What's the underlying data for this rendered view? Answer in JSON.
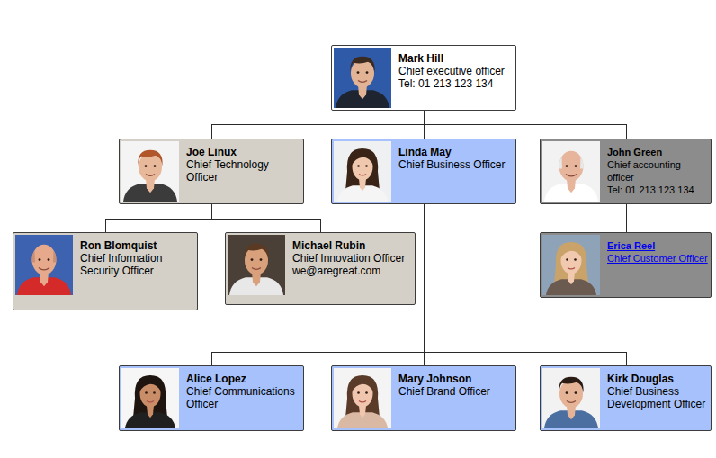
{
  "diagram": {
    "nodes": [
      {
        "text": [
          "Mark Hill",
          "Chief executive officer",
          "Tel: 01 213 123 134"
        ]
      },
      {
        "text": [
          "Joe Linux",
          "Chief Technology Officer"
        ]
      },
      {
        "text": [
          "Linda May",
          "Chief Business Officer"
        ]
      },
      {
        "text": [
          "John Green",
          "Chief accounting officer",
          "Tel: 01 213 123 134"
        ]
      },
      {
        "text": [
          "Ron Blomquist",
          "Chief Information Security Officer"
        ]
      },
      {
        "text": [
          "Michael Rubin",
          "Chief Innovation Officer",
          "we@aregreat.com"
        ]
      },
      {
        "text": [
          "Erica Reel",
          "Chief Customer Officer"
        ]
      },
      {
        "text": [
          "Alice Lopez",
          "Chief Communications Officer"
        ]
      },
      {
        "text": [
          "Mary Johnson",
          "Chief Brand Officer"
        ]
      },
      {
        "text": [
          "Kirk Douglas",
          "Chief Business Development Officer"
        ]
      }
    ],
    "edges": [
      {
        "from": 0,
        "to": 1,
        "arrow": "none"
      },
      {
        "from": 0,
        "to": 2,
        "arrow": "none"
      },
      {
        "from": 0,
        "to": 3,
        "arrow": "none"
      },
      {
        "from": 1,
        "to": 4,
        "arrow": "none"
      },
      {
        "from": 1,
        "to": 5,
        "arrow": "none"
      },
      {
        "from": 2,
        "to": 7,
        "arrow": "none"
      },
      {
        "from": 2,
        "to": 8,
        "arrow": "none"
      },
      {
        "from": 2,
        "to": 9,
        "arrow": "none"
      },
      {
        "from": 3,
        "to": 6,
        "arrow": "none"
      }
    ]
  }
}
